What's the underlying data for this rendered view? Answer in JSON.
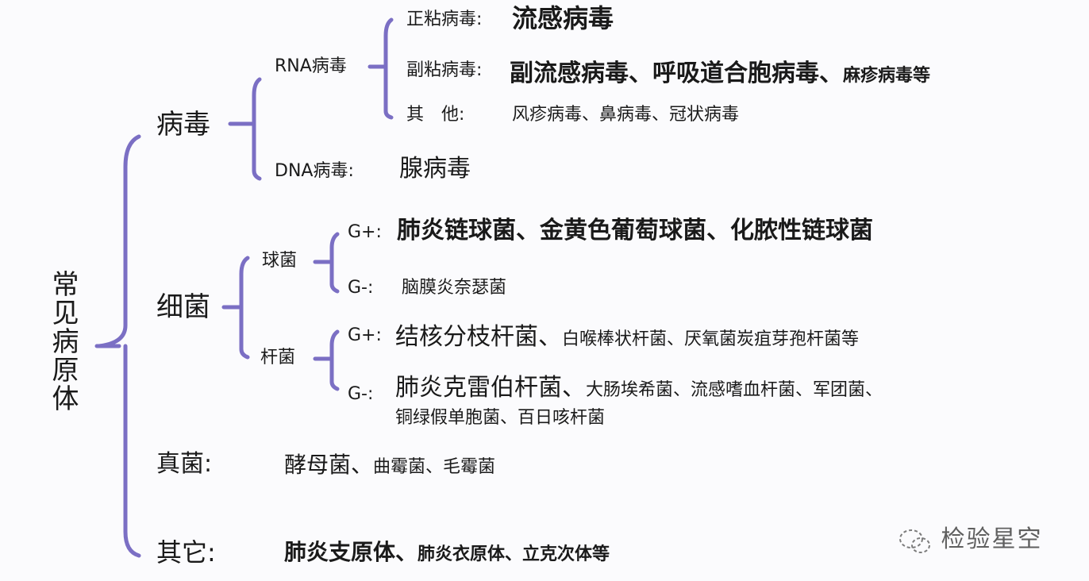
{
  "title": "常见病原体",
  "bracket_color": "#7b6fc4",
  "virus": {
    "label": "病毒",
    "rna": {
      "label": "RNA病毒",
      "items": [
        {
          "label": "正粘病毒:",
          "value": "流感病毒"
        },
        {
          "label": "副粘病毒:",
          "value_main": "副流感病毒、呼吸道合胞病毒、",
          "value_small": "麻疹病毒等"
        },
        {
          "label": "其　他:",
          "value": "风疹病毒、鼻病毒、冠状病毒"
        }
      ]
    },
    "dna": {
      "label": "DNA病毒:",
      "value": "腺病毒"
    }
  },
  "bacteria": {
    "label": "细菌",
    "cocci": {
      "label": "球菌",
      "gpos": {
        "label": "G+:",
        "value": "肺炎链球菌、金黄色葡萄球菌、化脓性链球菌"
      },
      "gneg": {
        "label": "G-:",
        "value": "脑膜炎奈瑟菌"
      }
    },
    "bacilli": {
      "label": "杆菌",
      "gpos": {
        "label": "G+:",
        "value_main": "结核分枝杆菌、",
        "value_small": "白喉棒状杆菌、厌氧菌炭疽芽孢杆菌等"
      },
      "gneg": {
        "label": "G-:",
        "value_main": "肺炎克雷伯杆菌、",
        "value_small": "大肠埃希菌、流感嗜血杆菌、军团菌、",
        "value_line2": "铜绿假单胞菌、百日咳杆菌"
      }
    }
  },
  "fungi": {
    "label": "真菌:",
    "value_main": "酵母菌、",
    "value_small": "曲霉菌、毛霉菌"
  },
  "others": {
    "label": "其它:",
    "value_main": "肺炎支原体、",
    "value_small": "肺炎衣原体、立克次体等"
  },
  "watermark": {
    "icon": "wechat-icon",
    "text": "检验星空"
  }
}
